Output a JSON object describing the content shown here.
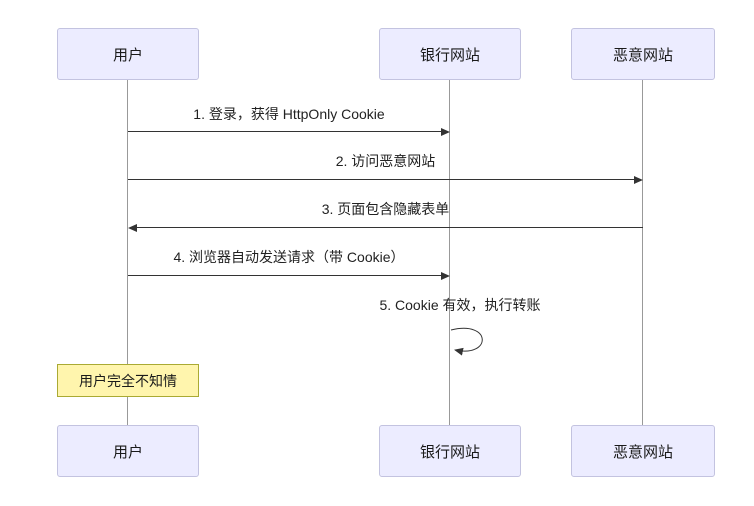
{
  "diagram": {
    "type": "sequence-diagram",
    "actors": [
      {
        "label": "用户"
      },
      {
        "label": "银行网站"
      },
      {
        "label": "恶意网站"
      }
    ],
    "messages": [
      {
        "from": "用户",
        "to": "银行网站",
        "text": "1. 登录，获得 HttpOnly Cookie"
      },
      {
        "from": "用户",
        "to": "恶意网站",
        "text": "2. 访问恶意网站"
      },
      {
        "from": "恶意网站",
        "to": "用户",
        "text": "3. 页面包含隐藏表单"
      },
      {
        "from": "用户",
        "to": "银行网站",
        "text": "4. 浏览器自动发送请求（带 Cookie）"
      },
      {
        "from": "银行网站",
        "to": "银行网站",
        "text": "5. Cookie 有效，执行转账"
      }
    ],
    "note": {
      "attached_to": "用户",
      "text": "用户完全不知情"
    },
    "colors": {
      "actor_fill": "#ECECFF",
      "actor_border": "#c3c3e0",
      "note_fill": "#FFF5AD",
      "note_border": "#AAAA33",
      "lifeline": "#999999",
      "arrow": "#333333"
    }
  }
}
